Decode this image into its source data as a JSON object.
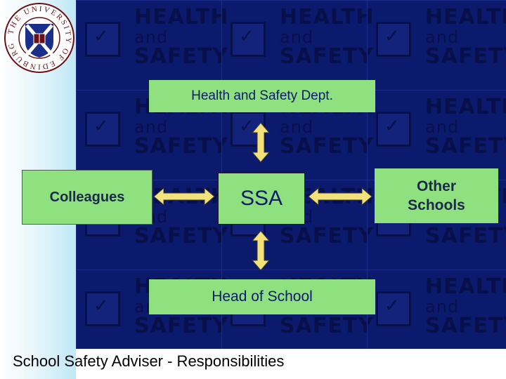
{
  "crest": {
    "ring_text": "THE UNIVERSITY OF EDINBURGH",
    "colors": {
      "ring": "#6b0f14",
      "shield_field": "#1a2f8a",
      "saltire": "#ffffff"
    }
  },
  "background": {
    "tile_color": "#0c1a6e",
    "tile_logo_lines": [
      "HEALTH",
      "and",
      "SAFETY"
    ]
  },
  "diagram": {
    "top_box": "Health and Safety Dept.",
    "left_box": "Colleagues",
    "center_box": "SSA",
    "right_box_line1": "Other",
    "right_box_line2": "Schools",
    "bottom_box": "Head of School",
    "box_color": "#8fe07f",
    "arrow_color": "#f3e27a"
  },
  "footer": {
    "title": "School Safety Adviser - Responsibilities"
  }
}
